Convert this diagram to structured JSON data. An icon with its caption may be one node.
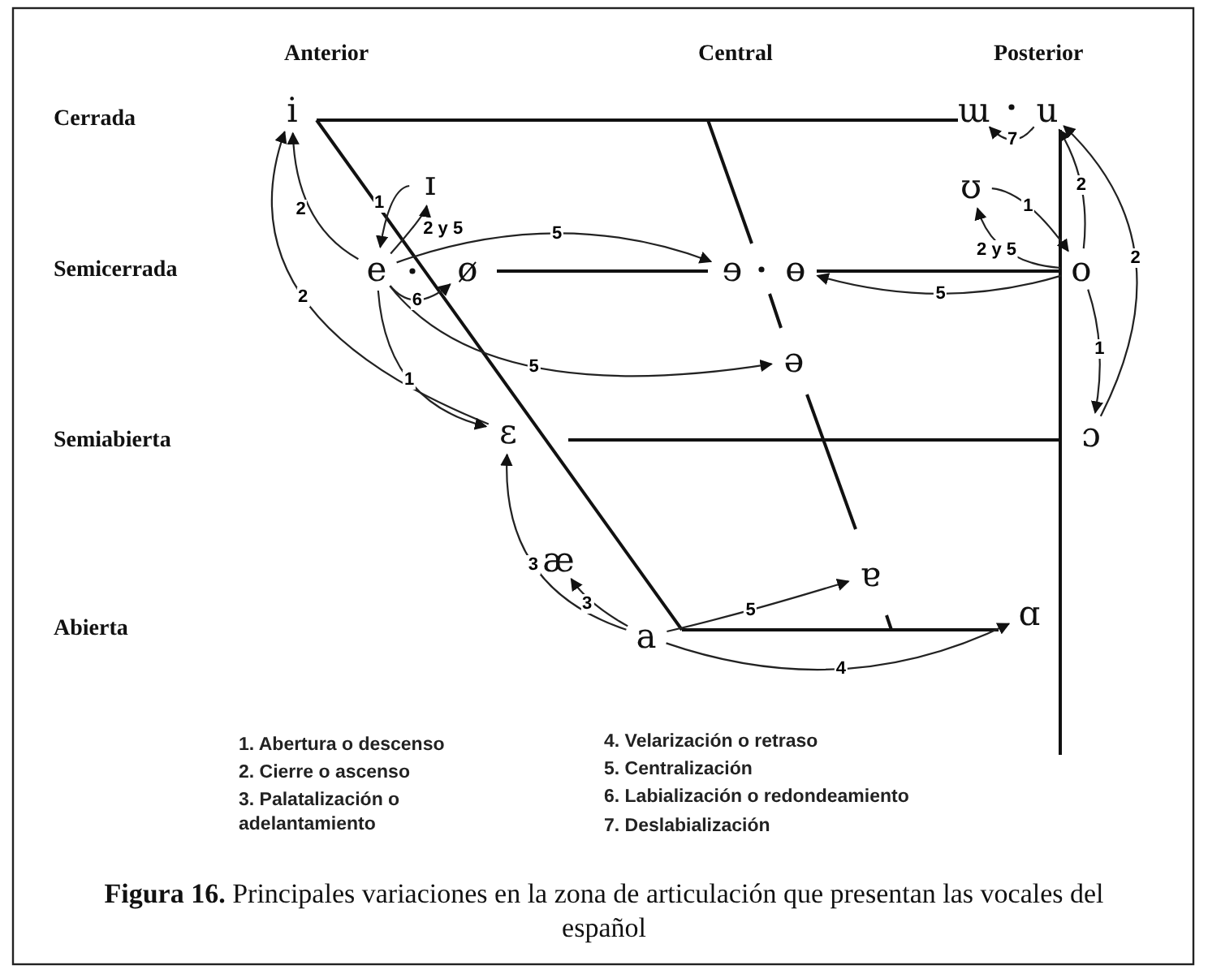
{
  "diagram": {
    "caption": "**Figura 16.** Principales variaciones en la zona de articulación que presentan las vocales del español",
    "nodes": [
      {
        "text": [
          "i"
        ]
      },
      {
        "text": [
          "ɯ"
        ]
      },
      {
        "text": [
          "u"
        ]
      },
      {
        "text": [
          "ɪ"
        ]
      },
      {
        "text": [
          "ʊ"
        ]
      },
      {
        "text": [
          "e"
        ]
      },
      {
        "text": [
          "ø"
        ]
      },
      {
        "text": [
          "ɘ"
        ]
      },
      {
        "text": [
          "ɵ"
        ]
      },
      {
        "text": [
          "o"
        ]
      },
      {
        "text": [
          "ə"
        ]
      },
      {
        "text": [
          "ɛ"
        ]
      },
      {
        "text": [
          "ɔ"
        ]
      },
      {
        "text": [
          "æ"
        ]
      },
      {
        "text": [
          "ɐ"
        ]
      },
      {
        "text": [
          "a"
        ]
      },
      {
        "text": [
          "ɑ"
        ]
      }
    ],
    "edges": [
      {
        "from": 5,
        "to": 0,
        "arrow": "to",
        "label": "2"
      },
      {
        "from": 11,
        "to": 0,
        "arrow": "to",
        "label": "2"
      },
      {
        "from": 5,
        "to": 11,
        "arrow": "to",
        "label": "1"
      },
      {
        "from": 3,
        "to": 5,
        "arrow": "to",
        "label": "1"
      },
      {
        "from": 5,
        "to": 3,
        "arrow": "to",
        "label": "2 y 5"
      },
      {
        "from": 5,
        "to": 7,
        "arrow": "to",
        "label": "5"
      },
      {
        "from": 5,
        "to": 6,
        "arrow": "to",
        "label": "6"
      },
      {
        "from": 5,
        "to": 10,
        "arrow": "to",
        "label": "5"
      },
      {
        "from": 4,
        "to": 9,
        "arrow": "to",
        "label": "1"
      },
      {
        "from": 9,
        "to": 4,
        "arrow": "to",
        "label": "2 y 5"
      },
      {
        "from": 9,
        "to": 2,
        "arrow": "to",
        "label": "2"
      },
      {
        "from": 2,
        "to": 1,
        "arrow": "to",
        "label": "7"
      },
      {
        "from": 9,
        "to": 8,
        "arrow": "to",
        "label": "5"
      },
      {
        "from": 9,
        "to": 12,
        "arrow": "to",
        "label": "1"
      },
      {
        "from": 12,
        "to": 2,
        "arrow": "to",
        "label": "2"
      },
      {
        "from": 15,
        "to": 11,
        "arrow": "to",
        "label": "3"
      },
      {
        "from": 15,
        "to": 13,
        "arrow": "to",
        "label": "3"
      },
      {
        "from": 15,
        "to": 14,
        "arrow": "to",
        "label": "5"
      },
      {
        "from": 15,
        "to": 16,
        "arrow": "to",
        "label": "4"
      }
    ],
    "labels": [
      "Anterior",
      "Central",
      "Posterior",
      "Cerrada",
      "Semicerrada",
      "Semiabierta",
      "Abierta",
      "1. Abertura o descenso",
      "4. Velarización o retraso",
      "2. Cierre o ascenso",
      "5. Centralización",
      "3. Palatalización o adelantamiento",
      "6. Labialización o redondeamiento",
      "7. Deslabialización"
    ]
  }
}
